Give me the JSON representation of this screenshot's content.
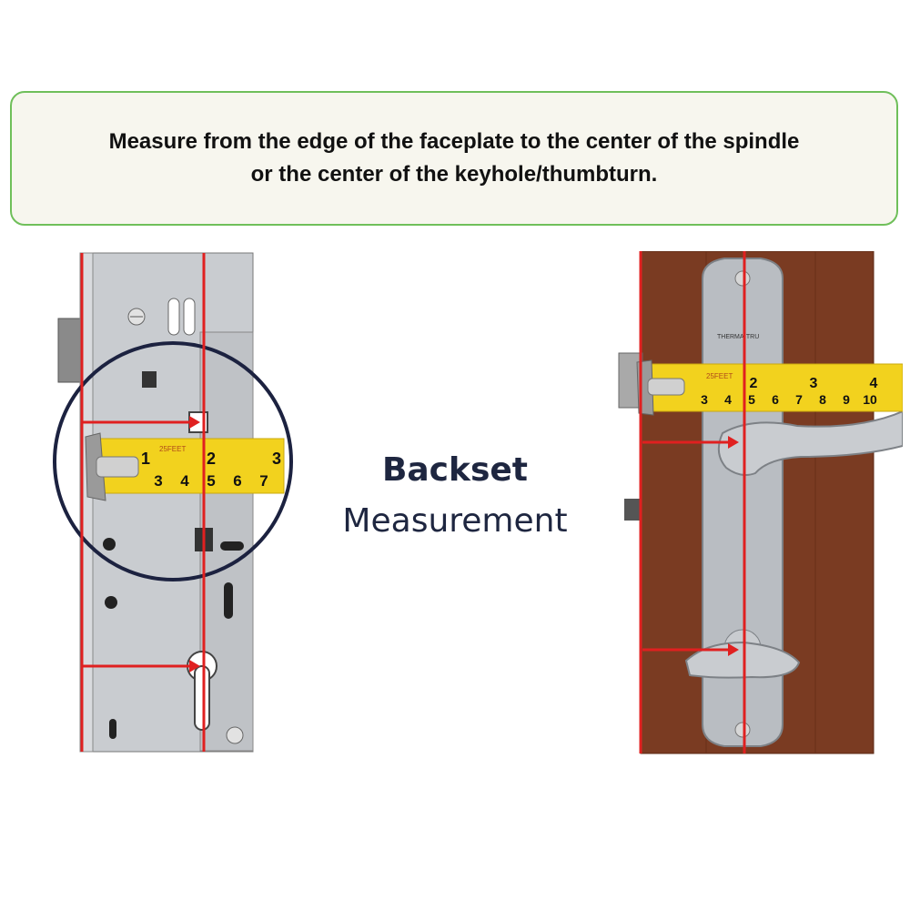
{
  "banner": {
    "line1": "Measure from the edge of the faceplate to the center of the spindle",
    "line2": "or the center of the keyhole/thumbturn."
  },
  "title": {
    "bold": "Backset",
    "light": "Measurement"
  },
  "left_tape": {
    "brand": "25FEET",
    "top_ticks": [
      "1",
      "2",
      "3"
    ],
    "bottom_ticks": [
      "3",
      "4",
      "5",
      "6",
      "7"
    ]
  },
  "right_tape": {
    "brand": "25FEET",
    "top_ticks": [
      "2",
      "3",
      "4"
    ],
    "bottom_ticks": [
      "3",
      "4",
      "5",
      "6",
      "7",
      "8",
      "9",
      "10"
    ]
  },
  "handle_brand": "THERMA-TRU",
  "colors": {
    "guide_line": "#e02020",
    "banner_border": "#6fbf5a",
    "title": "#1e2640",
    "tape": "#f2d21e",
    "door": "#7a3b22"
  }
}
